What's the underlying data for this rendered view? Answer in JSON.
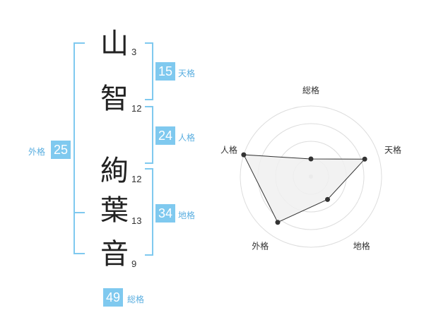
{
  "characters": [
    {
      "char": "山",
      "strokes": "3"
    },
    {
      "char": "智",
      "strokes": "12"
    },
    {
      "char": "絢",
      "strokes": "12"
    },
    {
      "char": "葉",
      "strokes": "13"
    },
    {
      "char": "音",
      "strokes": "9"
    }
  ],
  "fortunes": {
    "tenkaku": {
      "value": "15",
      "label": "天格"
    },
    "jinkaku": {
      "value": "24",
      "label": "人格"
    },
    "chikaku": {
      "value": "34",
      "label": "地格"
    },
    "gaikaku": {
      "value": "25",
      "label": "外格"
    },
    "soukaku": {
      "value": "49",
      "label": "総格"
    }
  },
  "chart_data": {
    "type": "radar",
    "axes": [
      "総格",
      "天格",
      "地格",
      "外格",
      "人格"
    ],
    "values": [
      0.25,
      0.8,
      0.4,
      0.8,
      1.0
    ],
    "max": 1.0,
    "rings": 4,
    "colors": {
      "fill": "#f0f0f0",
      "stroke": "#333333",
      "grid": "#dddddd",
      "center": "#cccccc"
    }
  }
}
